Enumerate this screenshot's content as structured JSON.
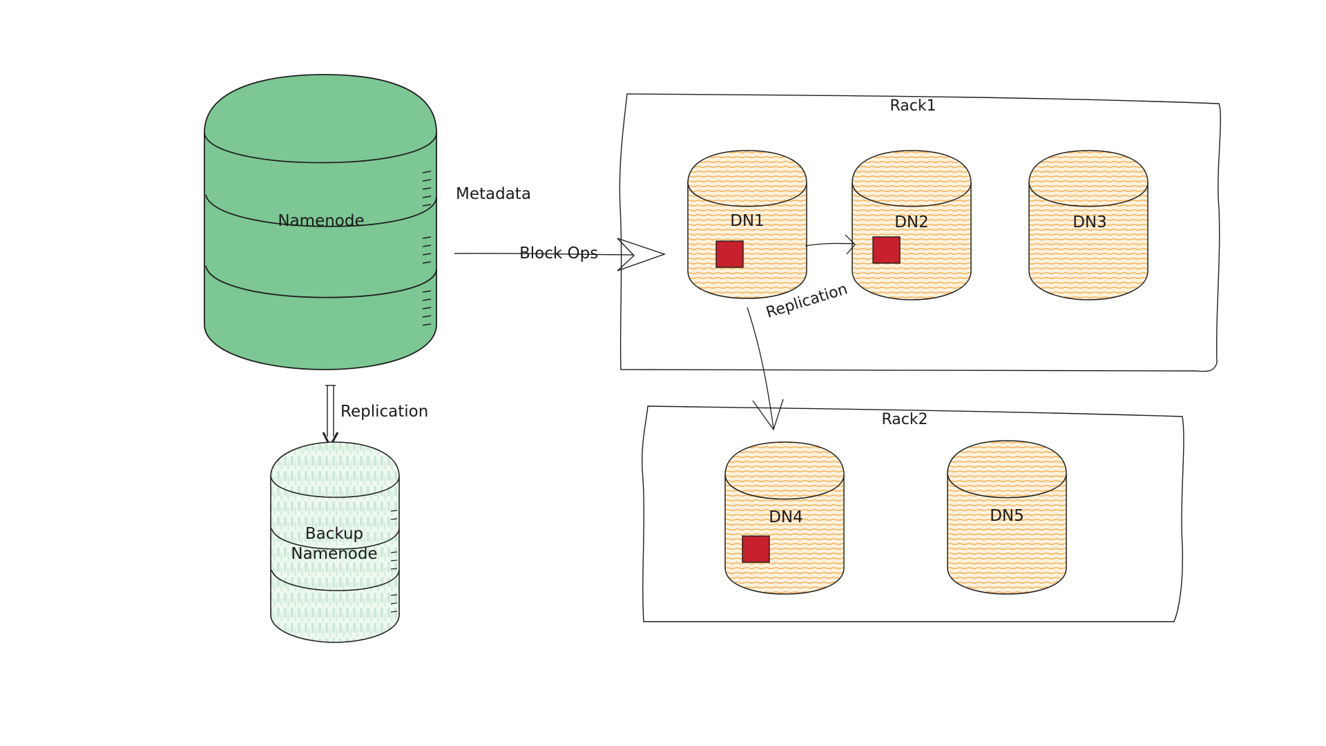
{
  "colors": {
    "namenode_fill": "#7cc794",
    "backup_fill": "#dff0e3",
    "datanode_fill": "#fdf2dc",
    "datanode_stripe": "#f6b15a",
    "block_fill": "#c8202c",
    "stroke": "#1e1e1e"
  },
  "namenode": {
    "label": "Namenode",
    "icon": "database-cylinder"
  },
  "backup_namenode": {
    "label_line1": "Backup",
    "label_line2": "Namenode",
    "icon": "database-cylinder"
  },
  "labels": {
    "metadata": "Metadata",
    "block_ops": "Block Ops",
    "nn_replication": "Replication",
    "dn_replication": "Replication"
  },
  "racks": [
    {
      "name": "Rack1"
    },
    {
      "name": "Rack2"
    }
  ],
  "datanodes": [
    {
      "label": "DN1",
      "rack": "Rack1",
      "has_block": true
    },
    {
      "label": "DN2",
      "rack": "Rack1",
      "has_block": true
    },
    {
      "label": "DN3",
      "rack": "Rack1",
      "has_block": false
    },
    {
      "label": "DN4",
      "rack": "Rack2",
      "has_block": true
    },
    {
      "label": "DN5",
      "rack": "Rack2",
      "has_block": false
    }
  ]
}
